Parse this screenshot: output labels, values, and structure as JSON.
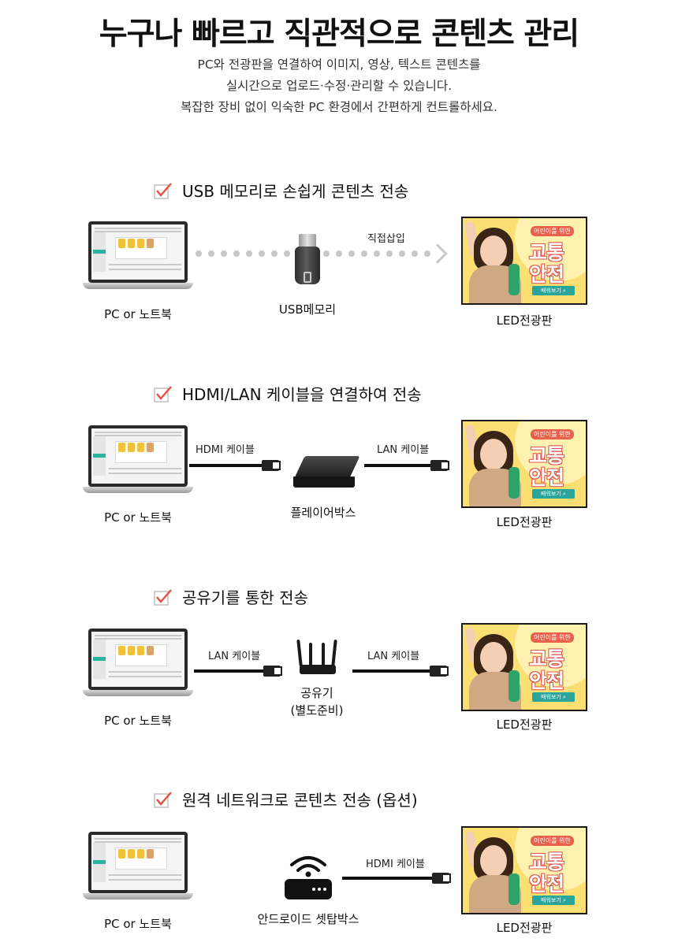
{
  "header": {
    "title": "누구나 빠르고 직관적으로 콘텐츠 관리",
    "intro_lines": [
      "PC와 전광판을 연결하여 이미지, 영상, 텍스트 콘텐츠를",
      "실시간으로  업로드·수정·관리할 수 있습니다.",
      "복잡한 장비 없이 익숙한 PC 환경에서 간편하게 컨트롤하세요."
    ]
  },
  "common": {
    "pc_label": "PC or 노트북",
    "led_label": "LED전광판",
    "led_screen": {
      "tag": "어린이를 위한",
      "line1": "교통",
      "line2": "안전",
      "button": "배워보기 ⌕"
    }
  },
  "sections": [
    {
      "heading": "USB 메모리로 손쉽게 콘텐츠 전송",
      "device_label": "USB메모리",
      "arrow_label": "직접삽입"
    },
    {
      "heading": "HDMI/LAN 케이블을 연결하여 전송",
      "left_cable_label": "HDMI 케이블",
      "right_cable_label": "LAN 케이블",
      "device_label": "플레이어박스"
    },
    {
      "heading": "공유기를 통한 전송",
      "left_cable_label": "LAN 케이블",
      "right_cable_label": "LAN 케이블",
      "device_label_1": "공유기",
      "device_label_2": "(별도준비)"
    },
    {
      "heading": "원격 네트워크로 콘텐츠 전송 (옵션)",
      "right_cable_label": "HDMI 케이블",
      "device_label": "안드로이드 셋탑박스"
    }
  ],
  "colors": {
    "check_red": "#e8503f",
    "cable": "#111111",
    "arrow_dots": "#c8c8c8"
  }
}
